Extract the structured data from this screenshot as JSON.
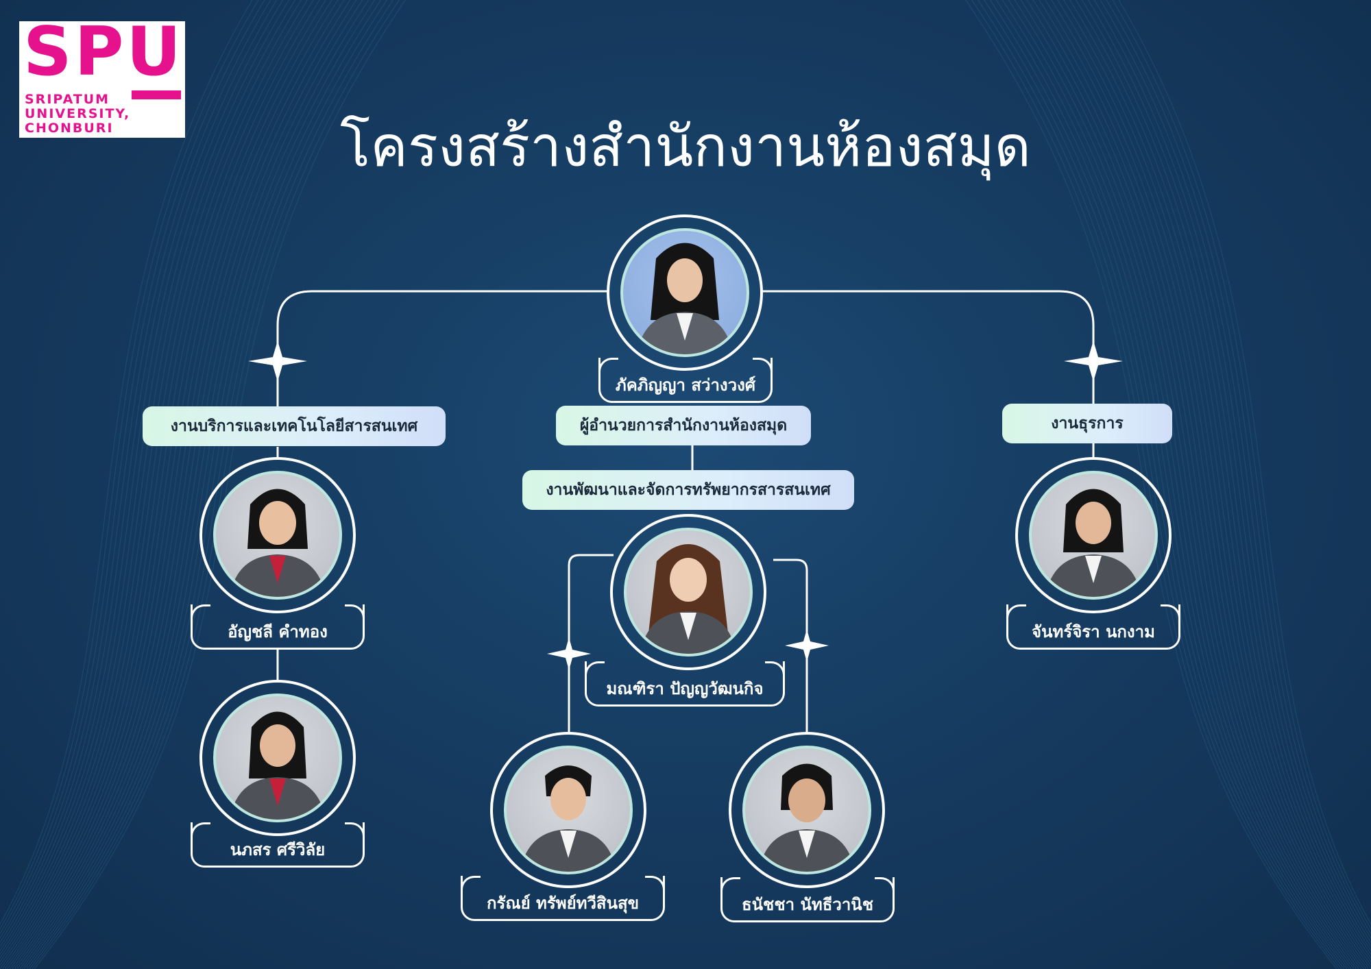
{
  "logo": {
    "mark": "SPU",
    "line1": "SRIPATUM",
    "line2": "UNIVERSITY,",
    "line3": "CHONBURI",
    "color": "#e6118d"
  },
  "title": "โครงสร้างสำนักงานห้องสมุด",
  "departments": {
    "director": "ผู้อำนวยการสำนักงานห้องสมุด",
    "it_services": "งานบริการและเทคโนโลยีสารสนเทศ",
    "resources": "งานพัฒนาและจัดการทรัพยากรสารสนเทศ",
    "admin": "งานธุรการ"
  },
  "people": {
    "director": "ภัคภิญญา สว่างวงศ์",
    "it1": "อัญชลี คำทอง",
    "it2": "นภสร ศรีวิลัย",
    "res_head": "มณฑิรา ปัญญวัฒนกิจ",
    "res1": "กรัณย์ ทรัพย์ทวีสินสุข",
    "res2": "ธนัชชา นัทธีวานิช",
    "admin1": "จันทร์จิรา นกงาม"
  },
  "colors": {
    "background": "#163c61",
    "label_gradient_start": "#d8f7e6",
    "label_gradient_end": "#d0def8",
    "ring": "#ffffff",
    "ring_inner": "#bde6df"
  }
}
